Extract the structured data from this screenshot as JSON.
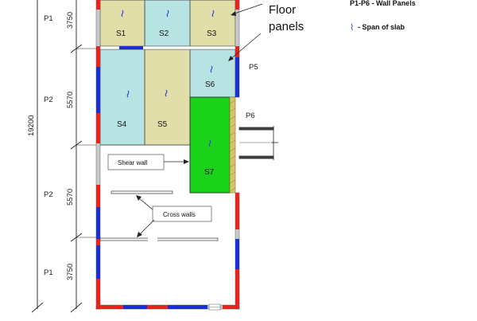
{
  "legend": {
    "wall_panels": "P1-P6 - Wall Panels",
    "span_marker": "⌇",
    "span_of_slab": "- Span of slab"
  },
  "dimensions": {
    "overall": "19200",
    "segment_1": "3750",
    "segment_2": "5570",
    "segment_3": "5570",
    "segment_4": "3750"
  },
  "panel_labels": {
    "p1_top": "P1",
    "p2_upper": "P2",
    "p2_lower": "P2",
    "p1_bottom": "P1",
    "p5": "P5",
    "p6": "P6"
  },
  "slabs": {
    "s1": "S1",
    "s2": "S2",
    "s3": "S3",
    "s4": "S4",
    "s5": "S5",
    "s6": "S6",
    "s7": "S7"
  },
  "callouts": {
    "floor_line1": "Floor",
    "floor_line2": "panels",
    "shear_wall": "Shear wall",
    "cross_walls": "Cross walls"
  },
  "colors": {
    "slab_cyan": "#b8e3e3",
    "slab_khaki": "#e2deaa",
    "slab_green": "#19d219",
    "wall_red": "#e8221c",
    "wall_blue": "#1c2fd6",
    "wall_gray": "#8a8a8a"
  }
}
